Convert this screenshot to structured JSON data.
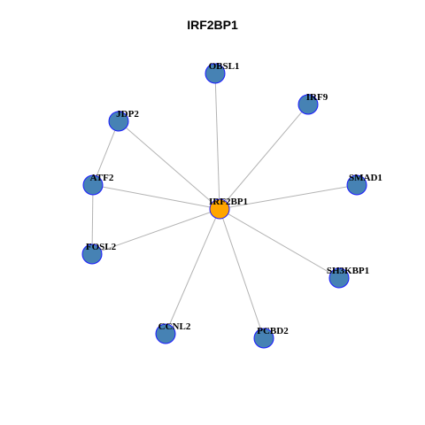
{
  "title": "IRF2BP1",
  "colors": {
    "center_node": "#ffa500",
    "neighbor_node": "#4682b4",
    "node_border": "#1a1aff",
    "edge": "#b3b3b3"
  },
  "nodes": [
    {
      "id": "IRF2BP1",
      "label": "IRF2BP1",
      "role": "center"
    },
    {
      "id": "OBSL1",
      "label": "OBSL1",
      "role": "neighbor"
    },
    {
      "id": "IRF9",
      "label": "IRF9",
      "role": "neighbor"
    },
    {
      "id": "JDP2",
      "label": "JDP2",
      "role": "neighbor"
    },
    {
      "id": "ATF2",
      "label": "ATF2",
      "role": "neighbor"
    },
    {
      "id": "SMAD1",
      "label": "SMAD1",
      "role": "neighbor"
    },
    {
      "id": "FOSL2",
      "label": "FOSL2",
      "role": "neighbor"
    },
    {
      "id": "SH3KBP1",
      "label": "SH3KBP1",
      "role": "neighbor"
    },
    {
      "id": "CCNL2",
      "label": "CCNL2",
      "role": "neighbor"
    },
    {
      "id": "PCBD2",
      "label": "PCBD2",
      "role": "neighbor"
    }
  ],
  "edges": [
    [
      "IRF2BP1",
      "OBSL1"
    ],
    [
      "IRF2BP1",
      "IRF9"
    ],
    [
      "IRF2BP1",
      "JDP2"
    ],
    [
      "IRF2BP1",
      "ATF2"
    ],
    [
      "IRF2BP1",
      "SMAD1"
    ],
    [
      "IRF2BP1",
      "FOSL2"
    ],
    [
      "IRF2BP1",
      "SH3KBP1"
    ],
    [
      "IRF2BP1",
      "CCNL2"
    ],
    [
      "IRF2BP1",
      "PCBD2"
    ],
    [
      "JDP2",
      "ATF2"
    ],
    [
      "ATF2",
      "FOSL2"
    ]
  ]
}
